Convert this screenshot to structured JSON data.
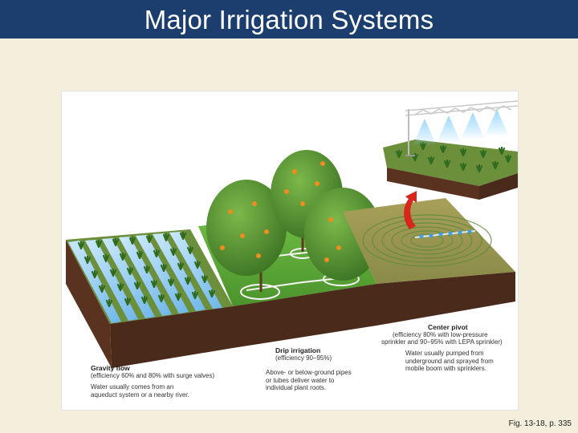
{
  "slide": {
    "title": "Major Irrigation Systems",
    "figure_ref": "Fig. 13-18, p. 335"
  },
  "systems": {
    "gravity": {
      "title": "Gravity flow",
      "efficiency": "(efficiency 60% and 80% with surge valves)",
      "description_lines": [
        "Water usually comes from an",
        "aqueduct system or a nearby river."
      ]
    },
    "drip": {
      "title": "Drip irrigation",
      "efficiency": "(efficiency 90–95%)",
      "description_lines": [
        "Above- or below-ground pipes",
        "or tubes deliver water to",
        "individual plant roots."
      ]
    },
    "pivot": {
      "title": "Center pivot",
      "efficiency_lines": [
        "(efficiency 80% with low-pressure",
        "sprinkler and 90–95% with LEPA sprinkler)"
      ],
      "description_lines": [
        "Water usually pumped from",
        "underground and sprayed from",
        "mobile boom with sprinklers."
      ]
    }
  },
  "colors": {
    "title_bar": "#1b3e6e",
    "background": "#f3efdc",
    "soil": "#5a3320",
    "grass": "#5ea83a",
    "water": "#8cc8ef",
    "tree": "#4f8a2c",
    "fruit": "#f08c1e",
    "arrow": "#d8261c"
  }
}
